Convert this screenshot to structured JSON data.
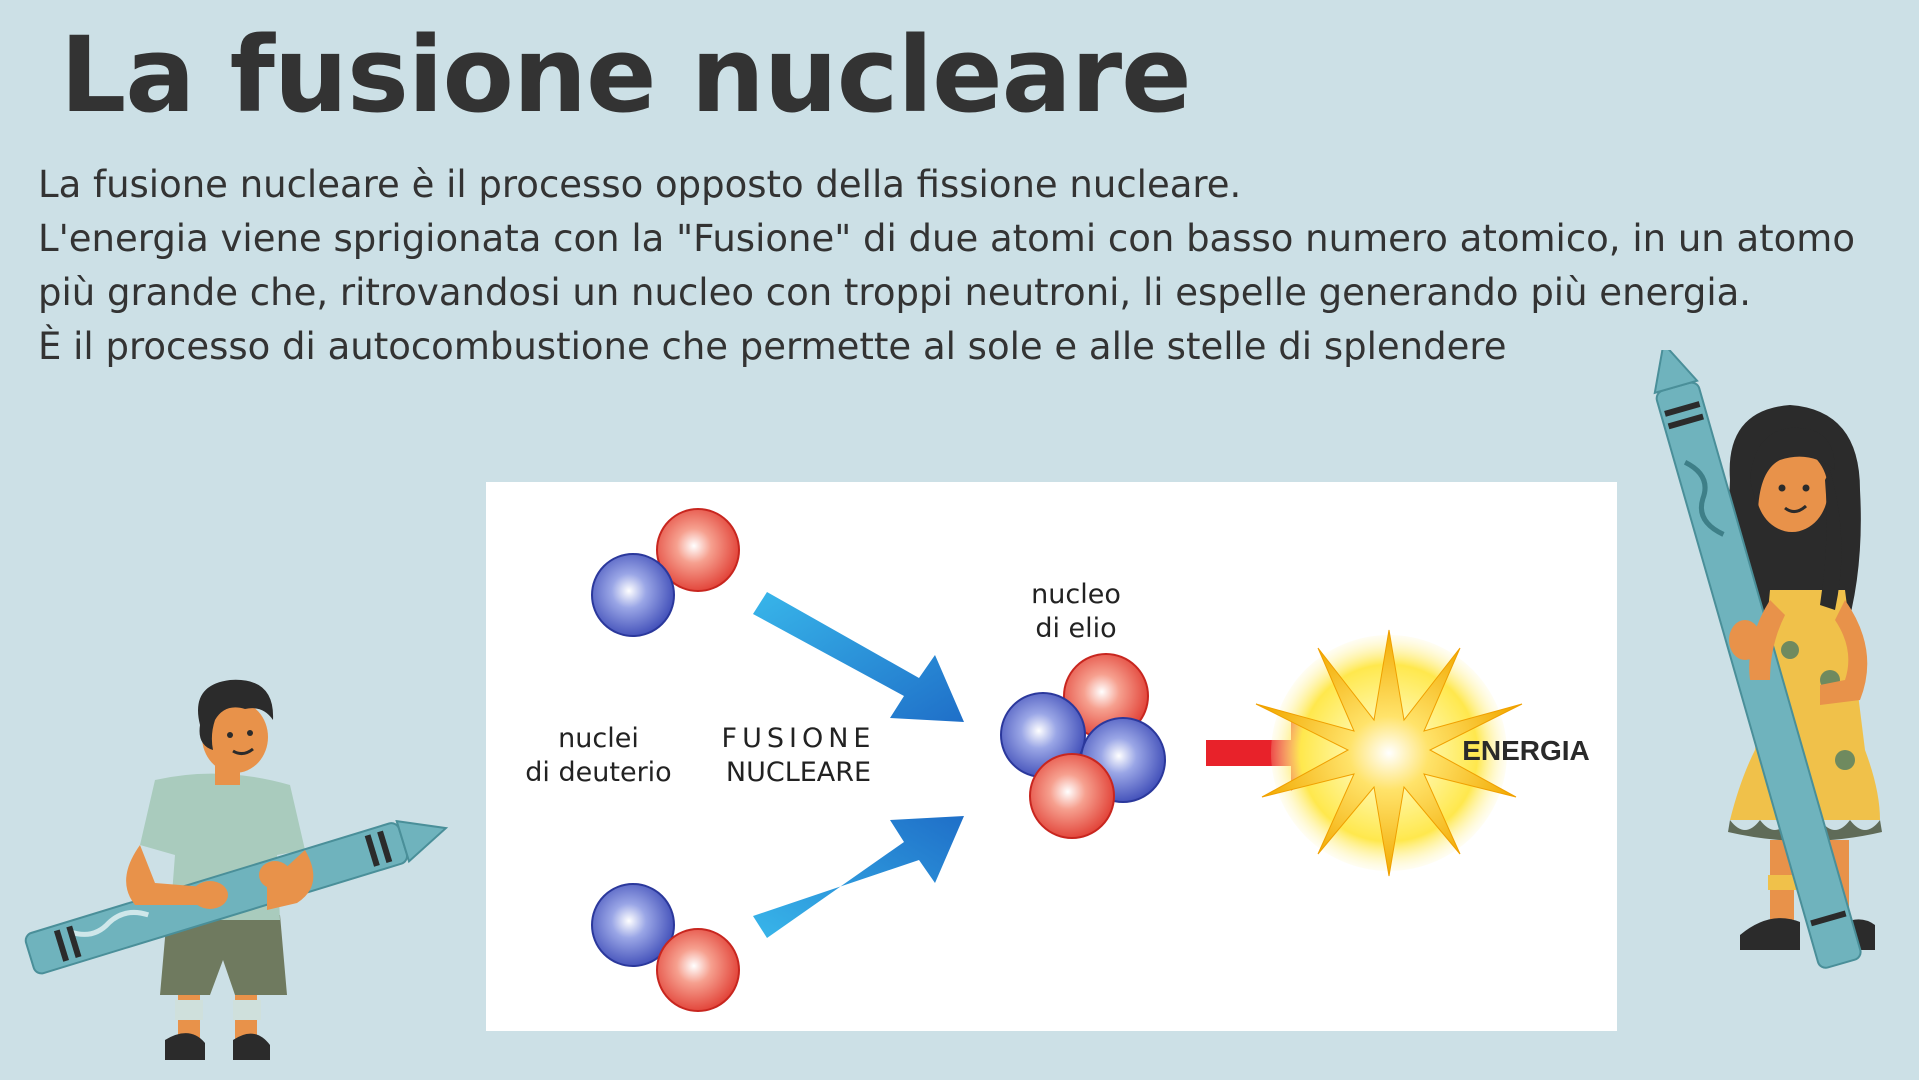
{
  "slide": {
    "title": "La fusione nucleare",
    "paragraphs": [
      "La fusione nucleare è il processo opposto della fissione nucleare.",
      "L'energia viene sprigionata con la \"Fusione\" di due atomi con basso numero atomico, in un atomo più grande che, ritrovandosi un nucleo con troppi neutroni, li espelle generando più energia.",
      "È il processo di autocombustione che permette al sole e alle stelle di splendere"
    ]
  },
  "diagram": {
    "label_nuclei_line1": "nuclei",
    "label_nuclei_line2": "di deuterio",
    "label_fusione_line1": "FUSIONE",
    "label_fusione_line2": "NUCLEARE",
    "label_elio_line1": "nucleo",
    "label_elio_line2": "di elio",
    "label_energia": "ENERGIA"
  },
  "colors": {
    "background": "#cce0e6",
    "proton": "#e0403a",
    "neutron": "#3f4fb8",
    "arrow_fusion": "#1f7fd0",
    "arrow_energy": "#e8222a",
    "burst": "#f5c400",
    "crayon": "#6fb3bd"
  },
  "icons": [
    "boy-with-crayon-illustration",
    "girl-with-crayon-illustration",
    "energy-burst-icon"
  ]
}
